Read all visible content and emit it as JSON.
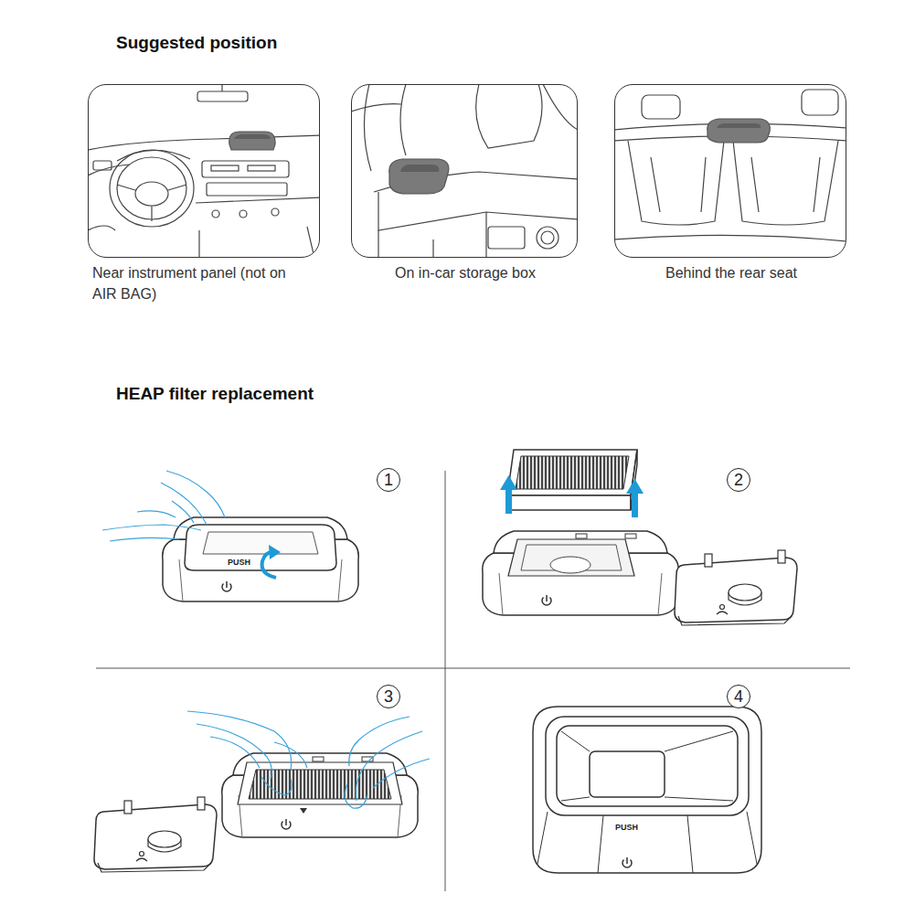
{
  "diagram": {
    "title": "Suggested position",
    "nodes": [
      {
        "text": [
          "Near instrument panel (not on AIR BAG)"
        ]
      },
      {
        "text": [
          "On in-car storage box"
        ]
      },
      {
        "text": [
          "Behind the rear seat"
        ]
      }
    ],
    "labels": [
      "HEAP filter replacement",
      "1",
      "PUSH",
      "2",
      "3",
      "4",
      "PUSH"
    ]
  }
}
